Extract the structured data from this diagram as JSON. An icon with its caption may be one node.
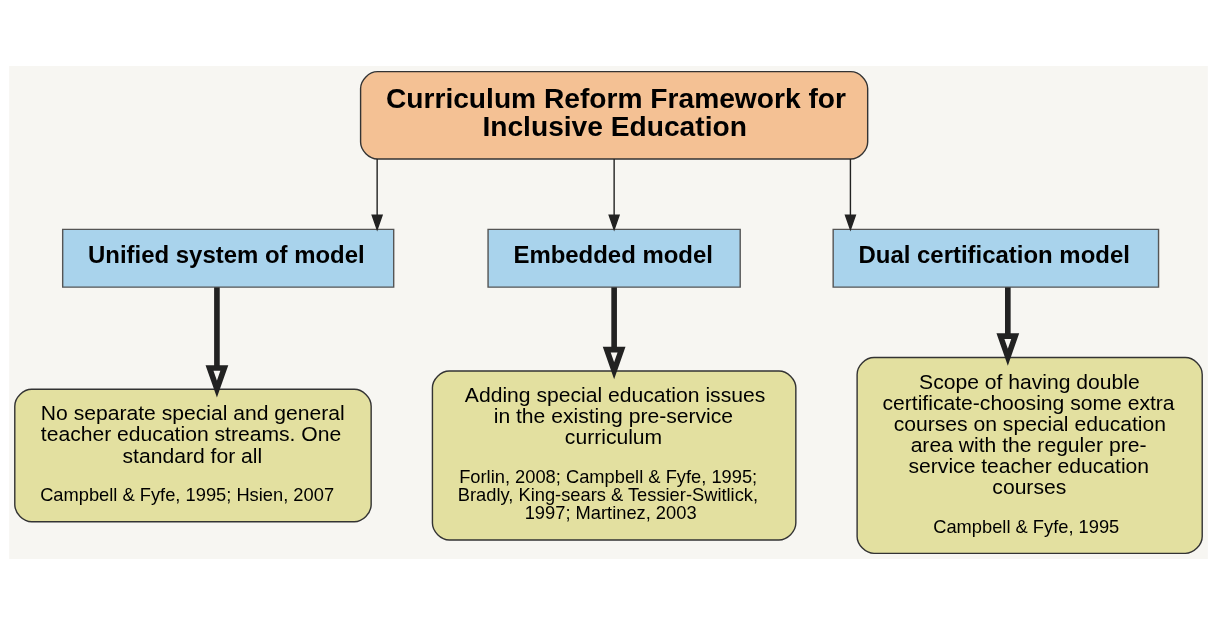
{
  "diagram": {
    "nodes": [
      {
        "text": [
          "Curriculum Reform Framework for Inclusive Education"
        ]
      },
      {
        "text": [
          "Unified system of model"
        ]
      },
      {
        "text": [
          "Embedded model"
        ]
      },
      {
        "text": [
          "Dual certification model"
        ]
      },
      {
        "text": [
          "No separate special and general teacher education streams. One standard for all",
          "Campbell & Fyfe, 1995; Hsien, 2007"
        ]
      },
      {
        "text": [
          "Adding special education issues in the existing pre-service curriculum",
          "Forlin, 2008; Campbell & Fyfe, 1995; Bradly, King-sears & Tessier-Switlick, 1997; Martinez, 2003"
        ]
      },
      {
        "text": [
          "Scope of having double certificate-choosing some extra courses on special education area with the reguler pre-service teacher education courses",
          "Campbell & Fyfe, 1995"
        ]
      }
    ],
    "edges": [
      {
        "from": 0,
        "to": 1,
        "arrow": "to"
      },
      {
        "from": 0,
        "to": 2,
        "arrow": "to"
      },
      {
        "from": 0,
        "to": 3,
        "arrow": "to"
      },
      {
        "from": 1,
        "to": 4,
        "arrow": "to",
        "style": "thick"
      },
      {
        "from": 2,
        "to": 5,
        "arrow": "to",
        "style": "thick"
      },
      {
        "from": 3,
        "to": 6,
        "arrow": "to",
        "style": "thick"
      }
    ]
  }
}
